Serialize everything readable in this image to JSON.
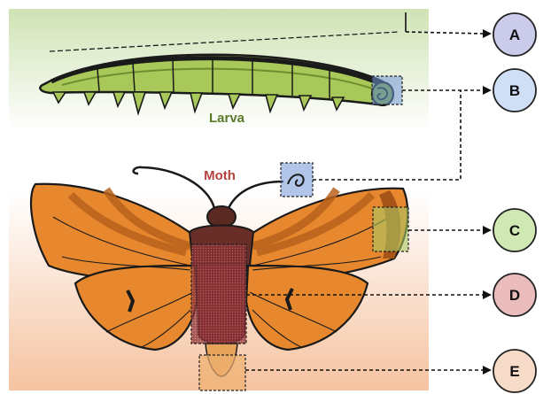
{
  "labels": {
    "larva": "Larva",
    "moth": "Moth"
  },
  "callouts": [
    {
      "letter": "A",
      "fill": "#cbcbeb"
    },
    {
      "letter": "B",
      "fill": "#cfe0f6"
    },
    {
      "letter": "C",
      "fill": "#cfe8b4"
    },
    {
      "letter": "D",
      "fill": "#ebbcbc"
    },
    {
      "letter": "E",
      "fill": "#f6dcc8"
    }
  ],
  "colors": {
    "larva_bg_top": "#cfe3b4",
    "moth_bg_bottom": "#f5c3a0",
    "larva_label": "#5a7a2a",
    "moth_label": "#b5423e",
    "wing": "#e8882e",
    "wing_dark": "#b8611c",
    "caterpillar": "#a8c85a"
  }
}
